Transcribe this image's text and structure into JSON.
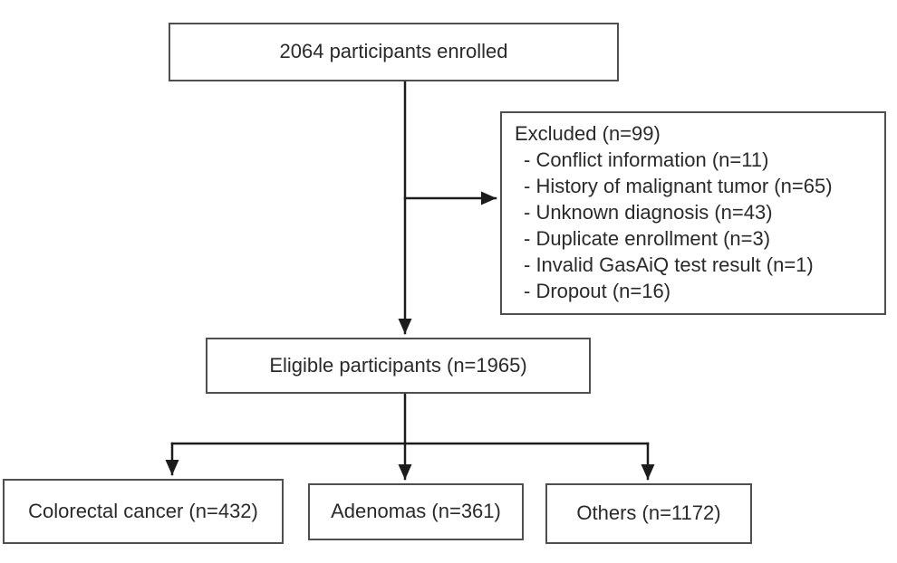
{
  "diagram": {
    "colors": {
      "line": "#1c1c1c",
      "border": "#4f4f4f",
      "text": "#2a2a2a",
      "bg": "#ffffff"
    },
    "nodes": {
      "enrolled": {
        "label": "2064 participants enrolled"
      },
      "excluded": {
        "title": "Excluded (n=99)",
        "items": [
          "- Conflict information (n=11)",
          "- History of malignant tumor (n=65)",
          "- Unknown diagnosis (n=43)",
          "- Duplicate enrollment (n=3)",
          "- Invalid GasAiQ test result (n=1)",
          "- Dropout (n=16)"
        ]
      },
      "eligible": {
        "label": "Eligible participants (n=1965)"
      },
      "colorectal_cancer": {
        "label": "Colorectal cancer (n=432)"
      },
      "adenomas": {
        "label": "Adenomas (n=361)"
      },
      "others": {
        "label": "Others (n=1172)"
      }
    }
  }
}
